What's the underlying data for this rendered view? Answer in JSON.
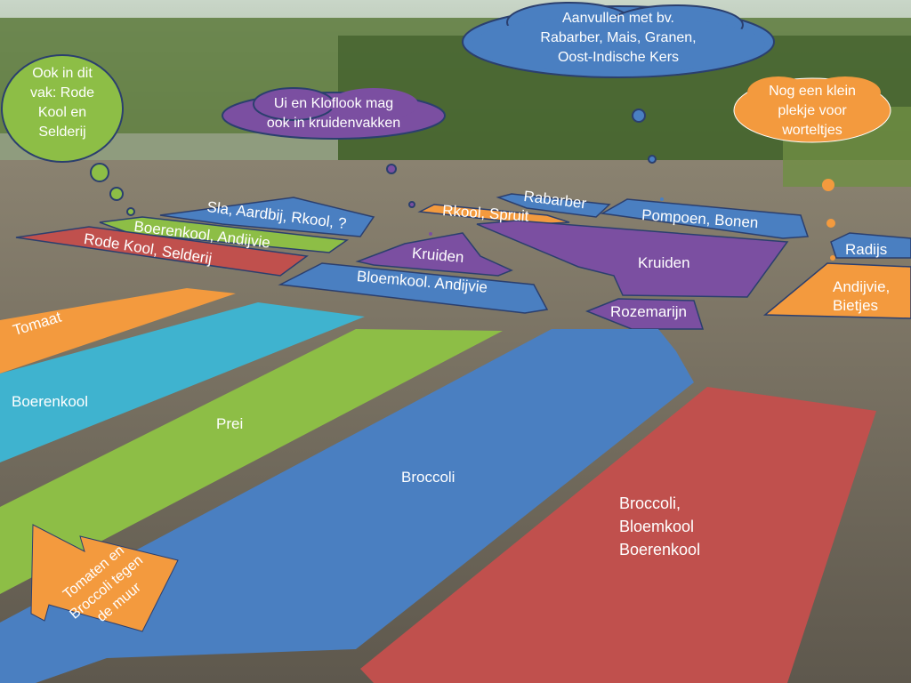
{
  "colors": {
    "blue": "#4a7fc1",
    "red": "#c0504d",
    "green": "#8dbe46",
    "purple": "#7b4fa1",
    "orange": "#f39a3e",
    "teal": "#3fb3cf",
    "outline": "#2b3f6e"
  },
  "beds": {
    "sla": "Sla, Aardbij, Rkool, ?",
    "boerenkool_andijvie": "Boerenkool, Andijvie",
    "rode_kool": "Rode Kool, Selderij",
    "kruiden_small": "Kruiden",
    "bloemkool_andijvie": "Bloemkool. Andijvie",
    "rabarber": "Rabarber",
    "rkool_spruit": "Rkool, Spruit",
    "pompoen": "Pompoen, Bonen",
    "kruiden_big": "Kruiden",
    "rozemarijn": "Rozemarijn",
    "radijs": "Radijs",
    "andijvie_bietjes": "Andijvie,\nBietjes",
    "tomaat": "Tomaat",
    "boerenkool": "Boerenkool",
    "prei": "Prei",
    "broccoli": "Broccoli",
    "broccoli_mix": "Broccoli,\nBloemkool\nBoerenkool"
  },
  "callouts": {
    "green_cloud": "Ook in dit\nvak: Rode\nKool en\nSelderij",
    "purple_cloud": "Ui en Kloflook mag\nook in kruidenvakken",
    "blue_cloud": "Aanvullen met bv.\nRabarber, Mais, Granen,\nOost-Indische Kers",
    "orange_cloud": "Nog een klein\nplekje voor\nworteltjes",
    "arrow": "Tomaten en\nBroccoli tegen\nde muur"
  }
}
